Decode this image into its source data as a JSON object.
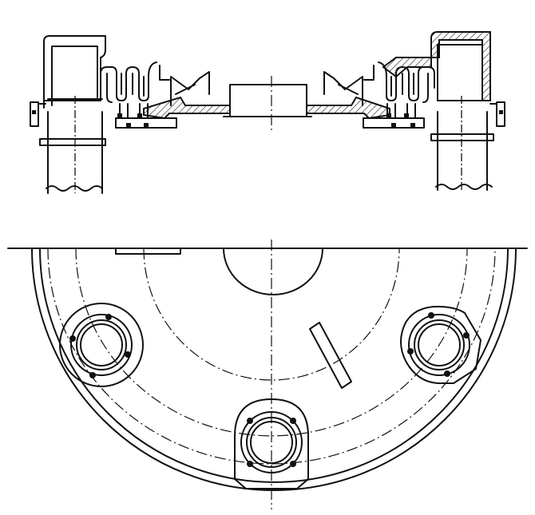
{
  "drawing": {
    "kind": "technical-drawing",
    "views": [
      "section",
      "plan"
    ],
    "colors": {
      "line": "#111111",
      "background": "#ffffff"
    }
  }
}
